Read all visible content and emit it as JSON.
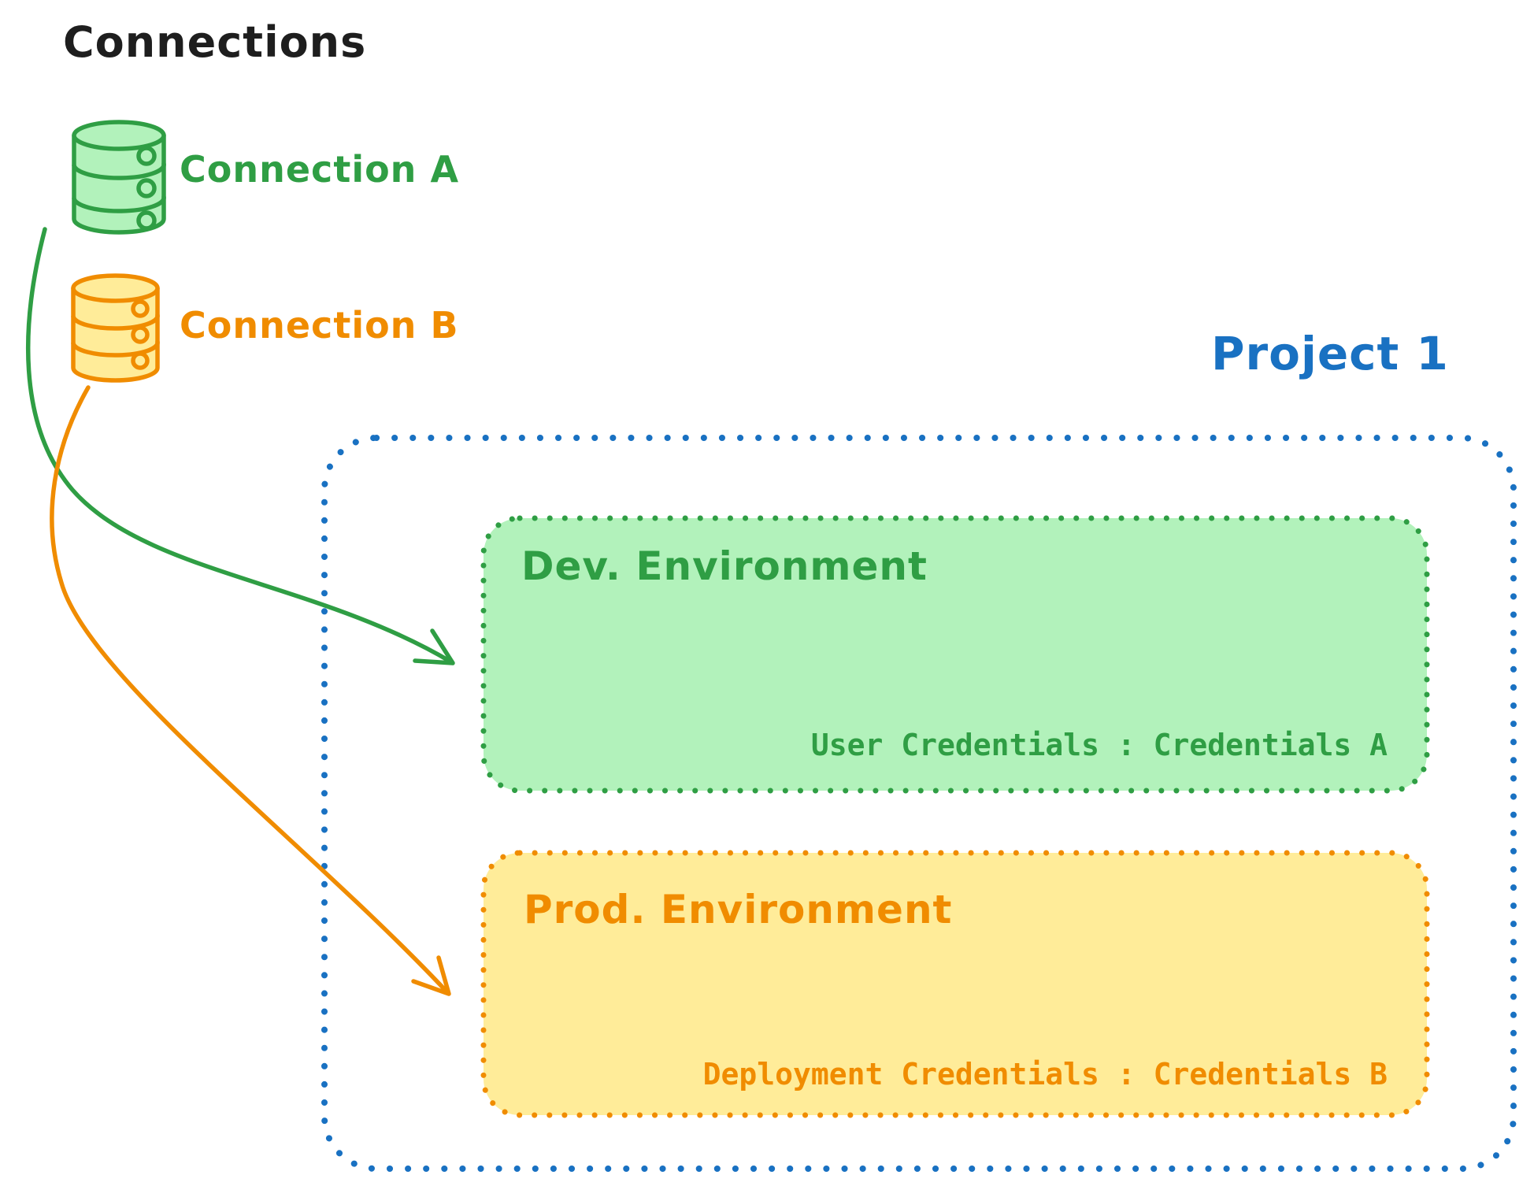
{
  "canvas_title": "Connections",
  "colors": {
    "ink": "#1e1e1e",
    "green": "#2f9e44",
    "green_fill": "#b2f2bb",
    "orange": "#f08c00",
    "orange_fill": "#ffec99",
    "blue": "#1971c2"
  },
  "connections": {
    "a": {
      "label": "Connection A",
      "icon": "database-icon",
      "color": "#2f9e44"
    },
    "b": {
      "label": "Connection B",
      "icon": "database-icon",
      "color": "#f08c00"
    }
  },
  "project": {
    "label": "Project 1",
    "dev": {
      "title": "Dev. Environment",
      "credentials": "User Credentials : Credentials A"
    },
    "prod": {
      "title": "Prod. Environment",
      "credentials": "Deployment Credentials : Credentials B"
    }
  }
}
